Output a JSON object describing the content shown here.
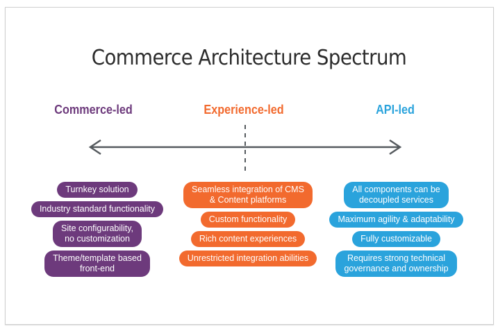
{
  "title": "Commerce Architecture Spectrum",
  "colors": {
    "commerce": "#6d3a7c",
    "experience": "#f26a2e",
    "api": "#2aa3dc",
    "arrow": "#555a5e",
    "title": "#2c2c2c"
  },
  "columns": [
    {
      "label": "Commerce-led",
      "items": [
        "Turnkey solution",
        "Industry standard functionality",
        "Site configurability,\nno customization",
        "Theme/template based\nfront-end"
      ]
    },
    {
      "label": "Experience-led",
      "items": [
        "Seamless integration of CMS\n& Content platforms",
        "Custom functionality",
        "Rich content experiences",
        "Unrestricted integration abilities"
      ]
    },
    {
      "label": "API-led",
      "items": [
        "All components can be\ndecoupled services",
        "Maximum agility & adaptability",
        "Fully customizable",
        "Requires strong technical\ngovernance and ownership"
      ]
    }
  ]
}
